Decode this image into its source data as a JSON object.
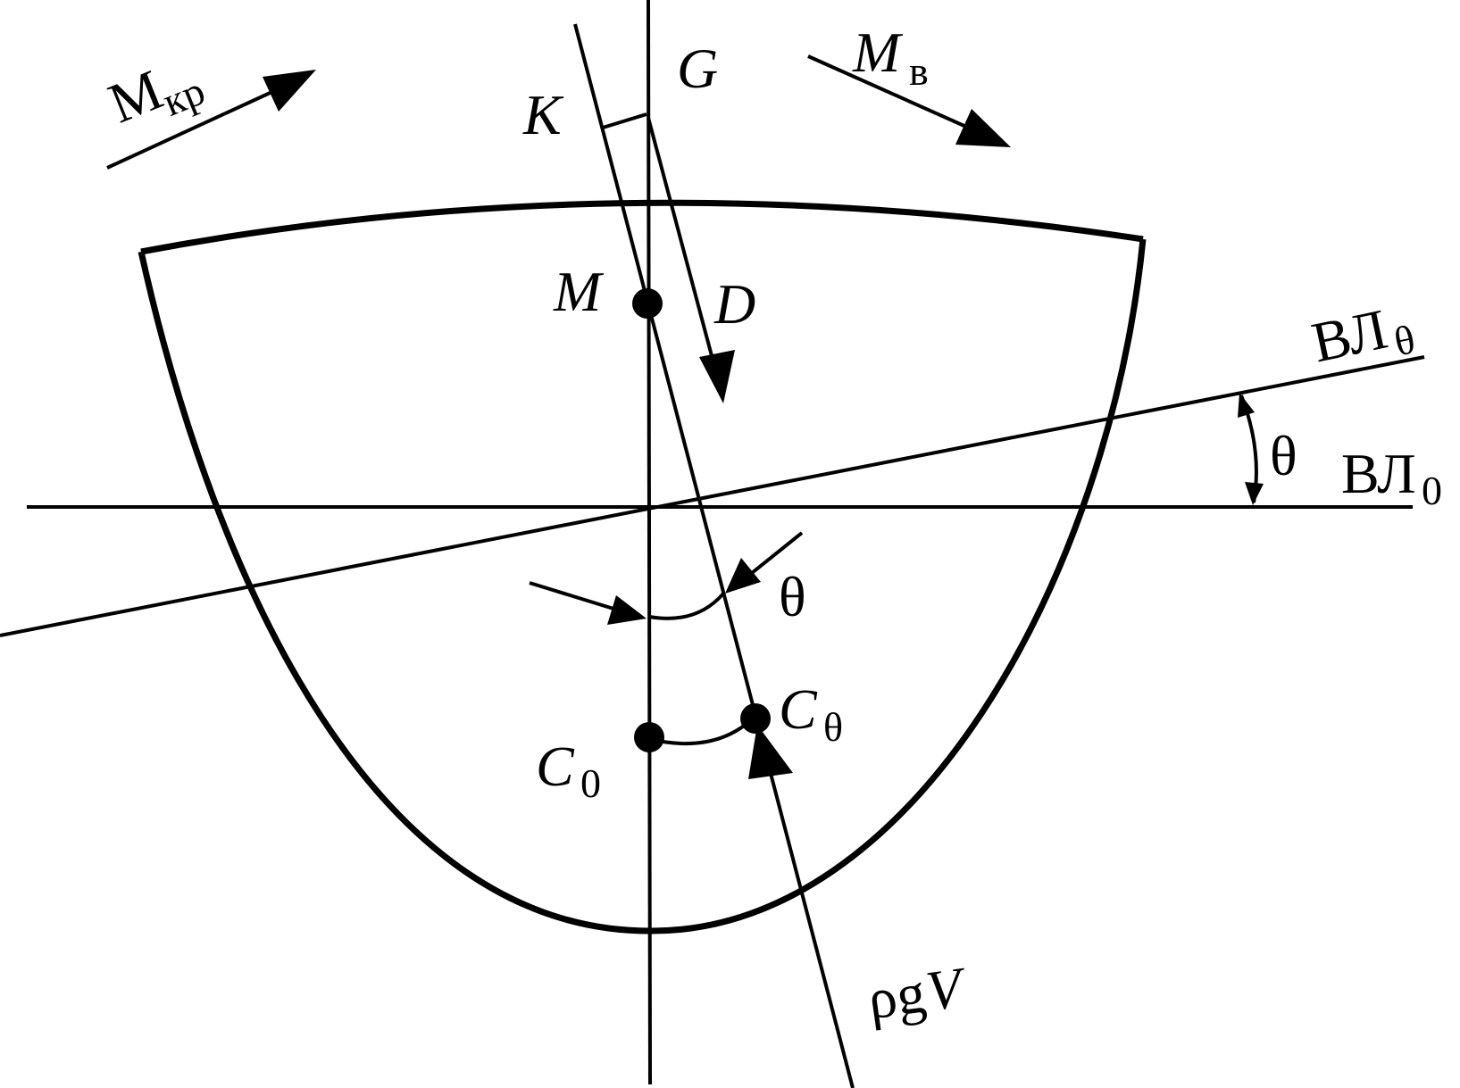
{
  "labels": {
    "heel_moment": "M",
    "heel_moment_sub": "кр",
    "restoring_moment": "M",
    "restoring_moment_sub": "в",
    "G": "G",
    "K": "K",
    "M": "M",
    "D": "D",
    "heeled_waterline": "ВЛ",
    "heeled_waterline_sub": "θ",
    "initial_waterline": "ВЛ",
    "initial_waterline_sub": "0",
    "theta_side": "θ",
    "theta_center": "θ",
    "C0": "C",
    "C0_sub": "0",
    "Ctheta": "C",
    "Ctheta_sub": "θ",
    "buoyancy_rho": "ρ",
    "buoyancy_g": "g",
    "buoyancy_V": "V"
  },
  "colors": {
    "ink": "#000000",
    "background": "#ffffff"
  }
}
